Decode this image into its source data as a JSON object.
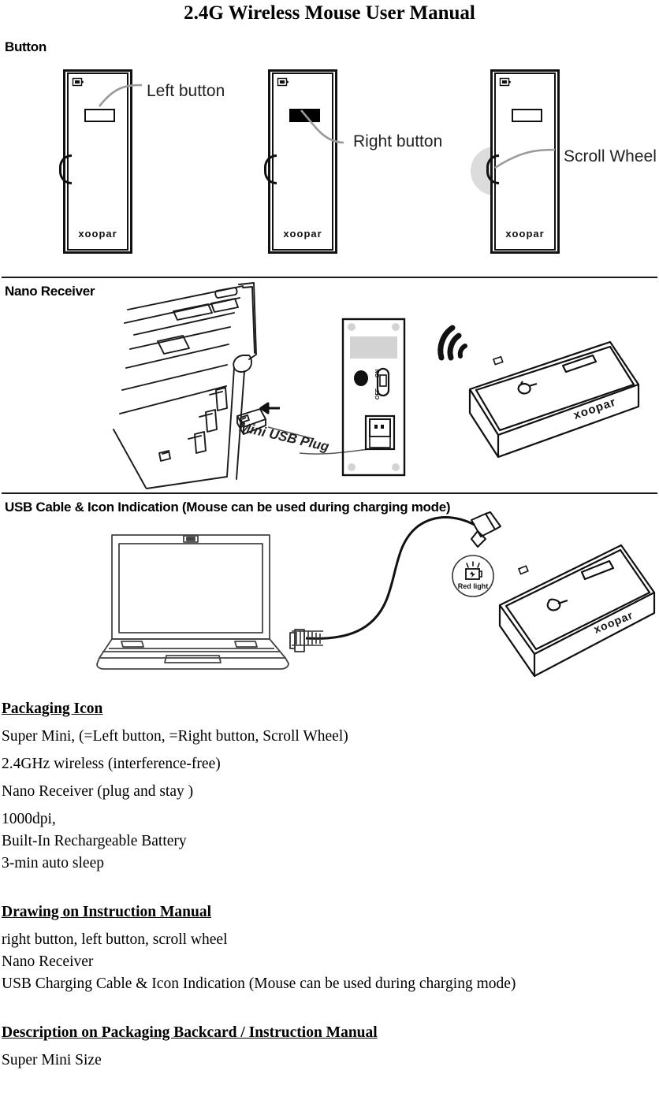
{
  "document": {
    "title": "2.4G Wireless Mouse User Manual"
  },
  "sections": {
    "button": {
      "heading": "Button",
      "callouts": [
        {
          "label": "Left button"
        },
        {
          "label": "Right button"
        },
        {
          "label": "Scroll Wheel"
        }
      ],
      "device_logo": "xoopar"
    },
    "nano_receiver": {
      "heading": "Nano Receiver",
      "plug_label": "Mini USB Plug",
      "switch_on": "ON",
      "switch_off": "OFF",
      "device_logo": "xoopar"
    },
    "usb_cable": {
      "heading": "USB Cable & Icon Indication (Mouse can be used during charging mode)",
      "indicator_label": "Red light",
      "device_logo": "xoopar"
    }
  },
  "packaging_icon": {
    "heading": "Packaging Icon",
    "lines": [
      "Super Mini,   (=Left button, =Right button, Scroll Wheel)",
      "2.4GHz wireless (interference-free)",
      "Nano Receiver (plug and stay )",
      "1000dpi,",
      "Built-In Rechargeable Battery",
      "3-min auto sleep"
    ]
  },
  "drawing_on_instruction_manual": {
    "heading": "Drawing on Instruction Manual",
    "lines": [
      "right button, left button, scroll wheel",
      "Nano Receiver",
      "USB Charging Cable & Icon Indication (Mouse can be used during charging mode)"
    ]
  },
  "description_on_packaging": {
    "heading": "Description on Packaging Backcard / Instruction Manual",
    "lines": [
      "Super Mini Size"
    ]
  },
  "colors": {
    "ink": "#000000",
    "highlight": "#d6d6d6",
    "leader": "#9a9a9a",
    "page": "#ffffff"
  }
}
